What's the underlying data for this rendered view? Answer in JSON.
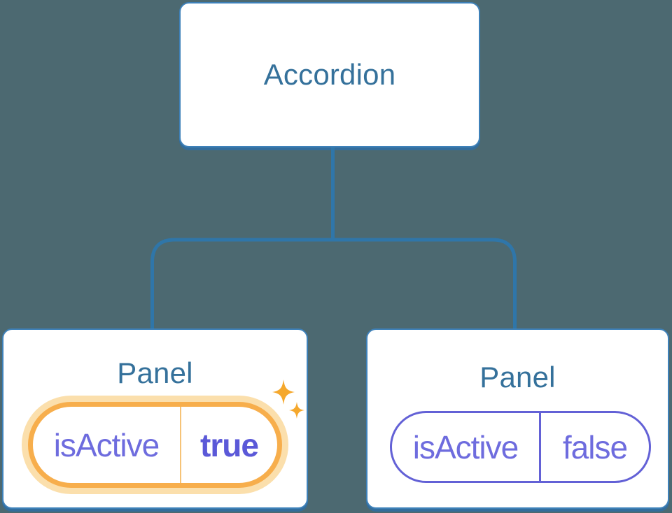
{
  "diagram": {
    "root_node": {
      "label": "Accordion"
    },
    "panels": [
      {
        "label": "Panel",
        "state_name": "isActive",
        "state_value": "true",
        "active": true,
        "decoration": "sparkles-icon"
      },
      {
        "label": "Panel",
        "state_name": "isActive",
        "state_value": "false",
        "active": false
      }
    ]
  },
  "colors": {
    "bg": "#4C6971",
    "node-fill": "#FFFFFF",
    "node-border": "#3E81B9",
    "node-shadow": "#336D9C",
    "node-text": "#35719B",
    "line": "#2F76A9",
    "state-text": "#6E6CDE",
    "state-value-active": "#5B59D8",
    "active-border": "#F7AE4C",
    "active-glow": "#FBDFAC",
    "active-divider": "#F6C377",
    "inactive-border": "#6361D6",
    "sparkle": "#F5A82D"
  }
}
